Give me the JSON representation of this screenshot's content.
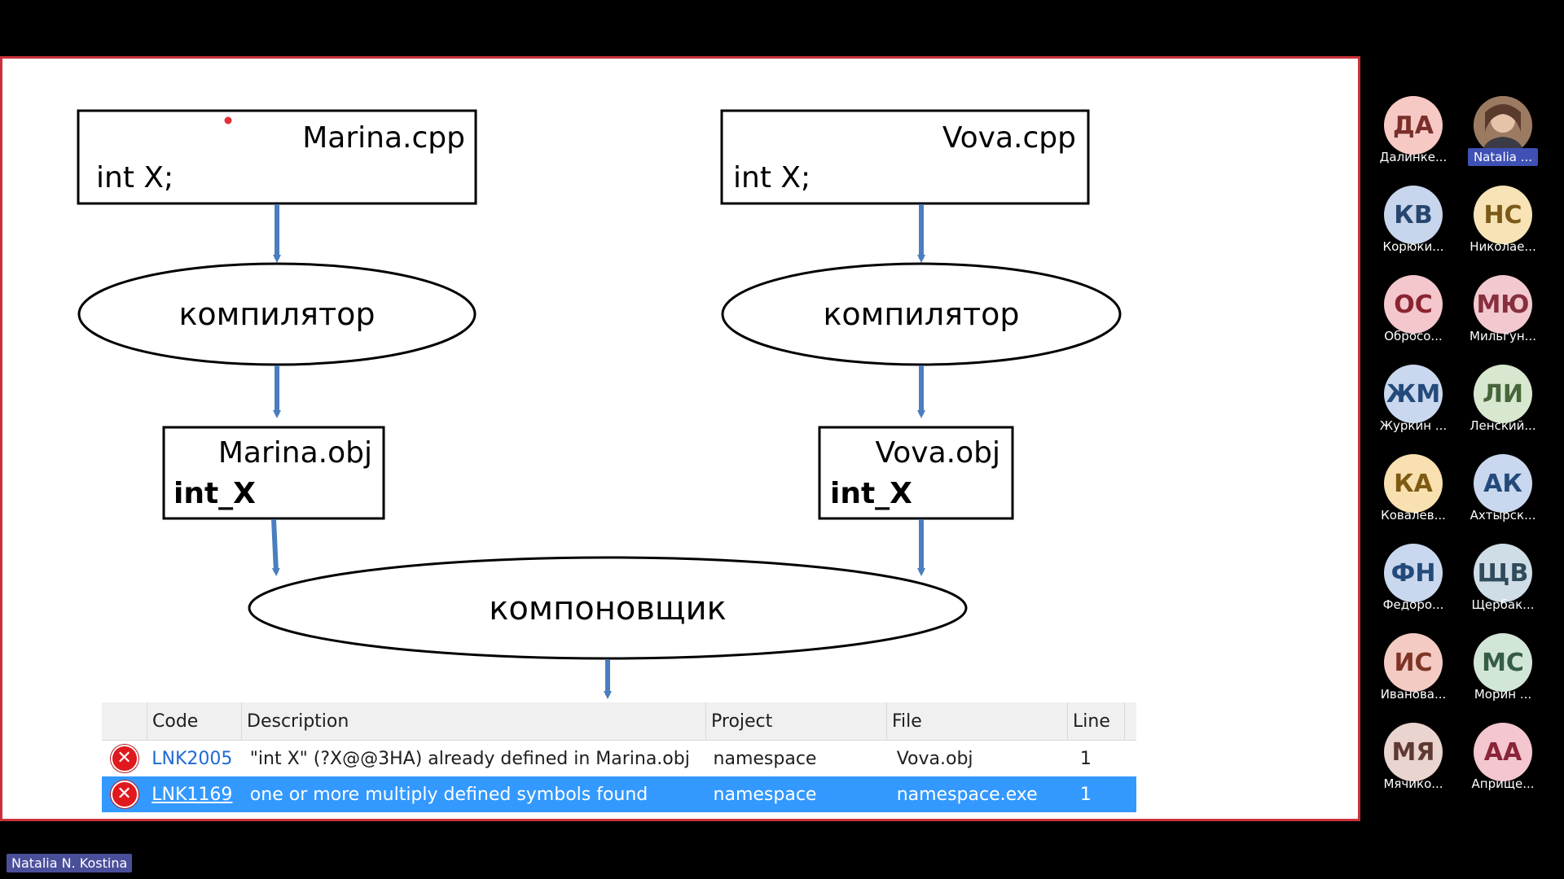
{
  "slide": {
    "sources": [
      {
        "file": "Marina.cpp",
        "code": "int X;"
      },
      {
        "file": "Vova.cpp",
        "code": "int X;"
      }
    ],
    "compiler_label": "компилятор",
    "objects": [
      {
        "file": "Marina.obj",
        "symbol": "int_X"
      },
      {
        "file": "Vova.obj",
        "symbol": "int_X"
      }
    ],
    "linker_label": "компоновщик"
  },
  "error_list": {
    "headers": {
      "code": "Code",
      "description": "Description",
      "project": "Project",
      "file": "File",
      "line": "Line"
    },
    "rows": [
      {
        "code": "LNK2005",
        "description": "\"int X\" (?X@@3HA) already defined in Marina.obj",
        "project": "namespace",
        "file": "Vova.obj",
        "line": "1"
      },
      {
        "code": "LNK1169",
        "description": "one or more multiply defined symbols found",
        "project": "namespace",
        "file": "namespace.exe",
        "line": "1"
      }
    ]
  },
  "participants": [
    {
      "initials": "ДА",
      "name": "Далинке...",
      "bg": "#f6c9c4",
      "fg": "#7a2f2a"
    },
    {
      "initials": "",
      "name": "Natalia ...",
      "bg": "#8a6a55",
      "fg": "#ffffff",
      "photo": true
    },
    {
      "initials": "КВ",
      "name": "Корюки...",
      "bg": "#c7d6ec",
      "fg": "#27466f"
    },
    {
      "initials": "НС",
      "name": "Николае...",
      "bg": "#f7e3b5",
      "fg": "#7a5a16"
    },
    {
      "initials": "ОС",
      "name": "Обросо...",
      "bg": "#f4c7cc",
      "fg": "#8a2431"
    },
    {
      "initials": "МЮ",
      "name": "Мильгун...",
      "bg": "#f2c9cf",
      "fg": "#87303d"
    },
    {
      "initials": "ЖМ",
      "name": "Журкин ...",
      "bg": "#c9d8ee",
      "fg": "#234a7a"
    },
    {
      "initials": "ЛИ",
      "name": "Ленский...",
      "bg": "#d8e8d0",
      "fg": "#46653a"
    },
    {
      "initials": "КА",
      "name": "Ковалев...",
      "bg": "#f8e0b0",
      "fg": "#7e5a12"
    },
    {
      "initials": "АК",
      "name": "Ахтырск...",
      "bg": "#c9d8ee",
      "fg": "#234a7a"
    },
    {
      "initials": "ФН",
      "name": "Федоро...",
      "bg": "#c9d8ee",
      "fg": "#234a7a"
    },
    {
      "initials": "ЩВ",
      "name": "Щербак...",
      "bg": "#cfdde6",
      "fg": "#2f4b5c"
    },
    {
      "initials": "ИС",
      "name": "Иванова...",
      "bg": "#f4cbc3",
      "fg": "#7e3424"
    },
    {
      "initials": "МС",
      "name": "Морин ...",
      "bg": "#d2e6d8",
      "fg": "#355c44"
    },
    {
      "initials": "МЯ",
      "name": "Мячико...",
      "bg": "#ead4cf",
      "fg": "#5e3a33"
    },
    {
      "initials": "АА",
      "name": "Априще...",
      "bg": "#f4c6cf",
      "fg": "#8a2438"
    }
  ],
  "speaker_label": "Natalia N. Kostina",
  "colors": {
    "arrow": "#4a7ebf",
    "frame": "#c8323a",
    "selected_row": "#3399ff",
    "error_icon": "#e0191f"
  }
}
